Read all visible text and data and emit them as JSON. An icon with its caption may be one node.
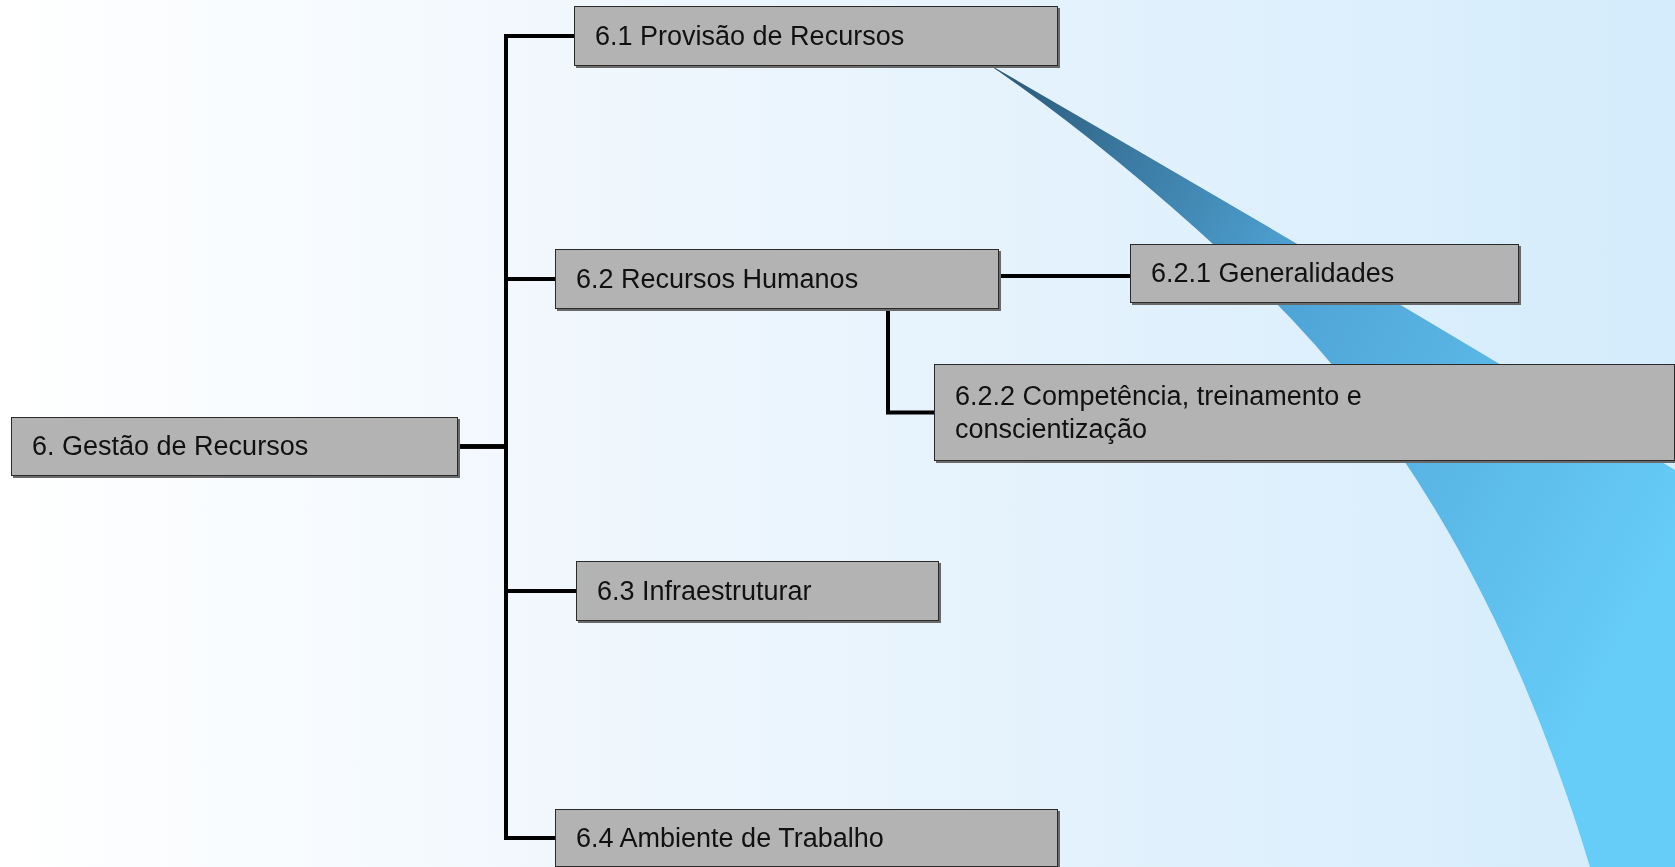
{
  "diagram": {
    "nodes": [
      {
        "text": [
          "6. Gestão de Recursos"
        ]
      },
      {
        "text": [
          "6.1 Provisão de Recursos"
        ]
      },
      {
        "text": [
          "6.2 Recursos Humanos"
        ]
      },
      {
        "text": [
          "6.2.1 Generalidades"
        ]
      },
      {
        "text": [
          "6.2.2 Competência, treinamento e conscientização"
        ]
      },
      {
        "text": [
          "6.3 Infraestruturar"
        ]
      },
      {
        "text": [
          "6.4 Ambiente de Trabalho"
        ]
      }
    ],
    "edges": [
      {
        "from": 0,
        "to": 1,
        "arrow": "none"
      },
      {
        "from": 0,
        "to": 2,
        "arrow": "none"
      },
      {
        "from": 0,
        "to": 5,
        "arrow": "none"
      },
      {
        "from": 0,
        "to": 6,
        "arrow": "none"
      },
      {
        "from": 2,
        "to": 3,
        "arrow": "none"
      },
      {
        "from": 2,
        "to": 4,
        "arrow": "none"
      }
    ]
  }
}
